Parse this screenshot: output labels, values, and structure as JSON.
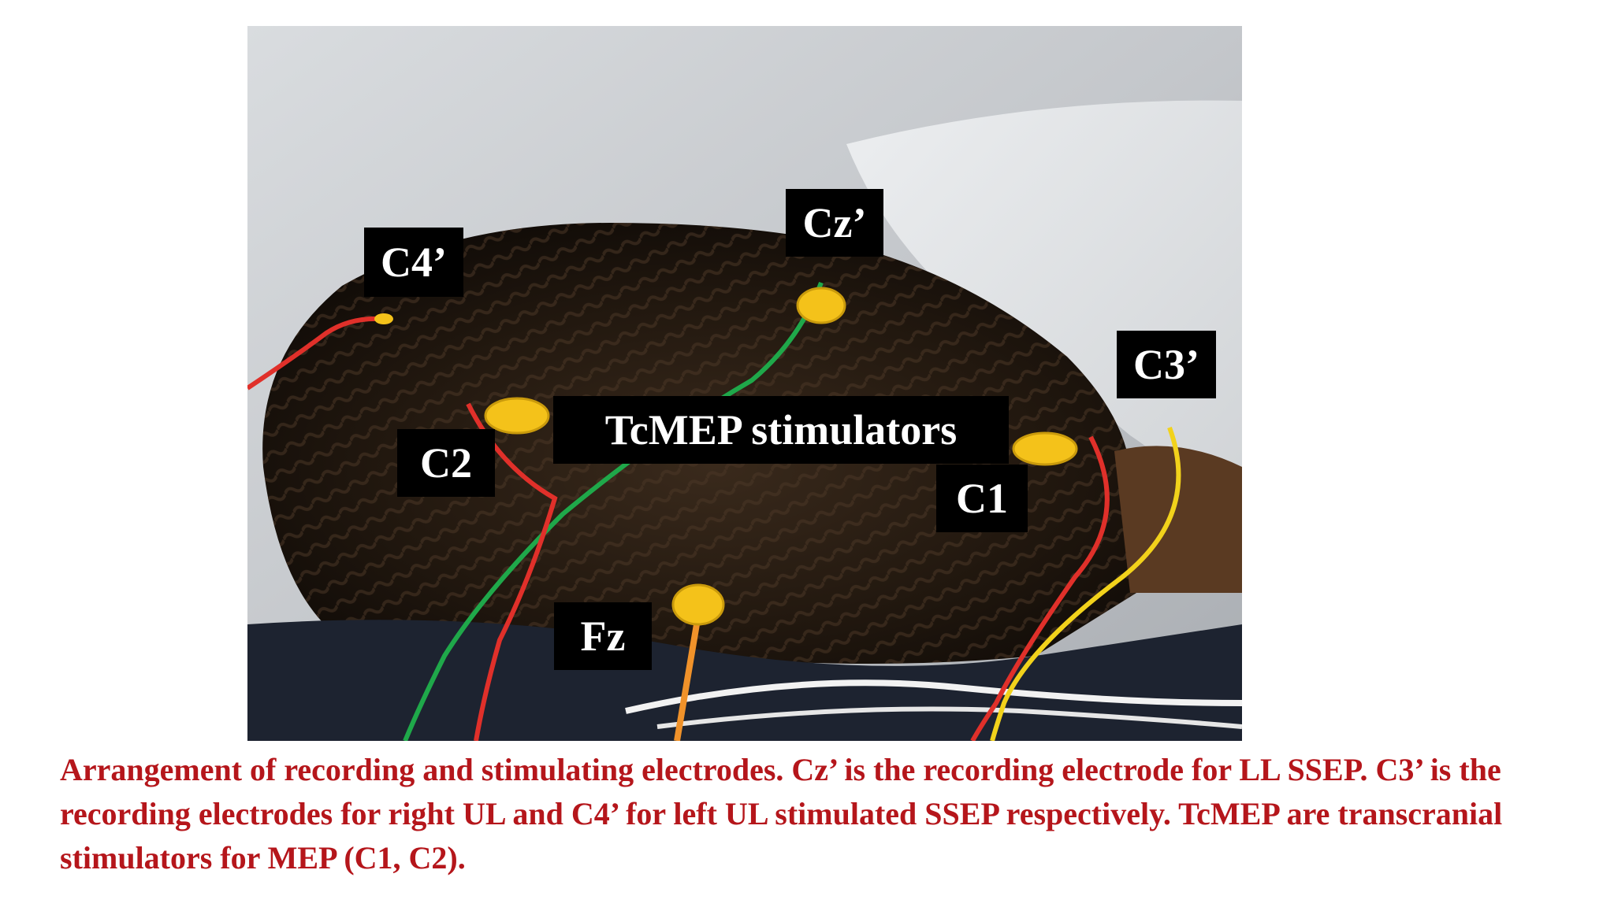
{
  "photo": {
    "description_icon": "scalp-electrode-photo",
    "labels": {
      "cz": "Cz’",
      "c4": "C4’",
      "c3": "C3’",
      "tcmep": "TcMEP stimulators",
      "c2": "C2",
      "c1": "C1",
      "fz": "Fz"
    },
    "wire_colors": {
      "green": "#1fa84a",
      "red": "#e0302a",
      "yellow": "#f2d21b",
      "orange": "#f0922a",
      "electrode": "#f4c21a"
    }
  },
  "caption": {
    "text": "Arrangement of recording and stimulating electrodes. Cz’ is the recording electrode for LL SSEP. C3’ is the recording electrodes for right UL and C4’ for left UL stimulated SSEP respectively. TcMEP are transcranial stimulators for MEP (C1, C2).",
    "color": "#b5161b"
  }
}
